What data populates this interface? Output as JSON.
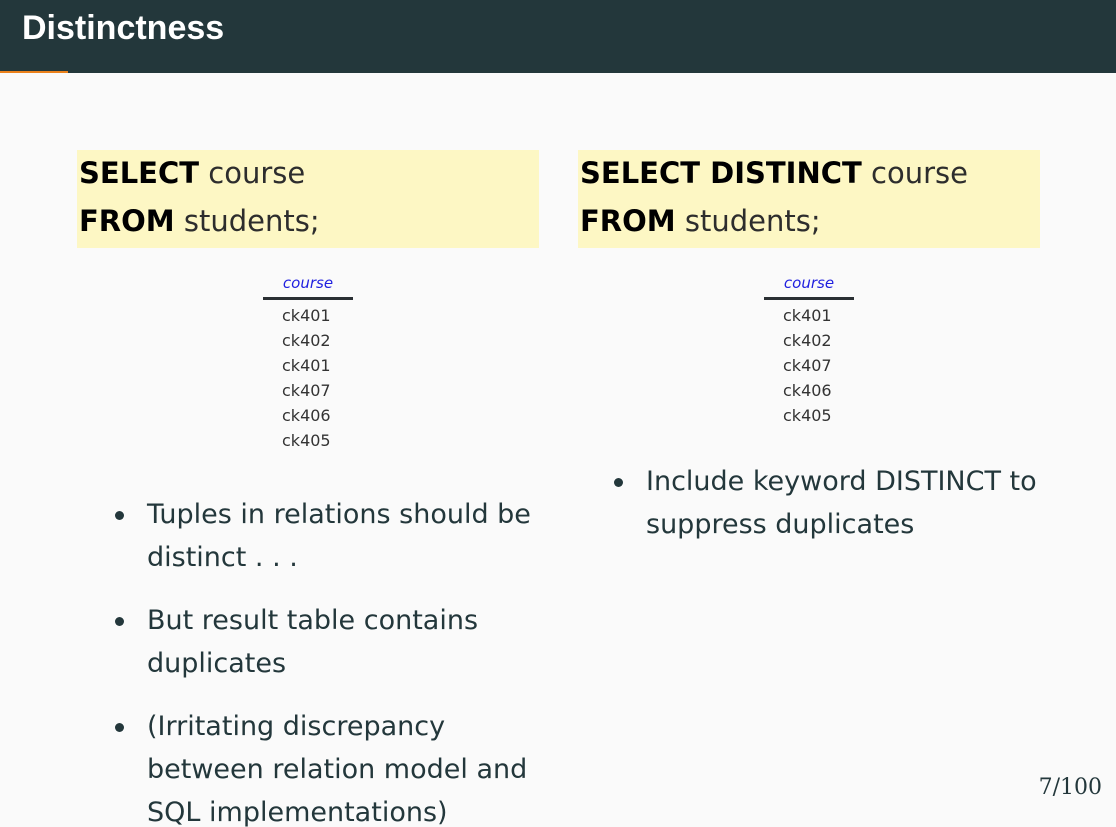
{
  "title": "Distinctness",
  "left": {
    "query": {
      "select_kw": "SELECT",
      "select_rest": "course",
      "from_kw": "FROM",
      "from_rest": "students;"
    },
    "table": {
      "header": "course",
      "rows": [
        "ck401",
        "ck402",
        "ck401",
        "ck407",
        "ck406",
        "ck405"
      ]
    },
    "bullets": [
      "Tuples in relations should be distinct . . .",
      "But result table contains duplicates",
      "(Irritating discrepancy between relation model and SQL implementations)"
    ]
  },
  "right": {
    "query": {
      "select_kw": "SELECT DISTINCT",
      "select_rest": "course",
      "from_kw": "FROM",
      "from_rest": "students;"
    },
    "table": {
      "header": "course",
      "rows": [
        "ck401",
        "ck402",
        "ck407",
        "ck406",
        "ck405"
      ]
    },
    "bullets": [
      "Include keyword DISTINCT to suppress duplicates"
    ]
  },
  "page": "7/100",
  "colors": {
    "titlebar": "#23373b",
    "accent": "#eb811b",
    "code_highlight": "#fdf7c4",
    "table_header": "#1f1fdf"
  }
}
